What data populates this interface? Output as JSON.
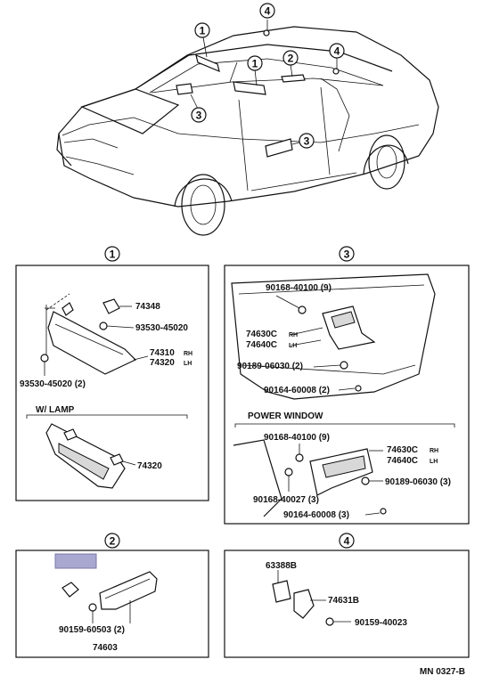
{
  "diagram": {
    "callouts": {
      "c1": "1",
      "c2": "2",
      "c3": "3",
      "c4": "4"
    },
    "panel1": {
      "p74348": "74348",
      "p93530_a": "93530-45020",
      "p74310": "74310",
      "p74310_sfx": "RH",
      "p74320": "74320",
      "p74320_sfx": "LH",
      "p93530_b": "93530-45020 (2)",
      "section": "W/ LAMP",
      "p74320_lamp": "74320"
    },
    "panel3": {
      "a": "90168-40100 (9)",
      "b": "74630C",
      "b_sfx": "RH",
      "c": "74640C",
      "c_sfx": "LH",
      "d": "90189-06030 (2)",
      "e": "90164-60008 (2)",
      "section": "POWER WINDOW",
      "f": "90168-40100 (9)",
      "g": "74630C",
      "g_sfx": "RH",
      "h": "74640C",
      "h_sfx": "LH",
      "i": "90189-06030 (3)",
      "j": "90168-40027 (3)",
      "k": "90164-60008 (3)"
    },
    "panel2": {
      "a": "90159-60503 (2)",
      "b": "74603"
    },
    "panel4": {
      "a": "63388B",
      "b": "74631B",
      "c": "90159-40023"
    },
    "footer": "MN 0327-B"
  }
}
